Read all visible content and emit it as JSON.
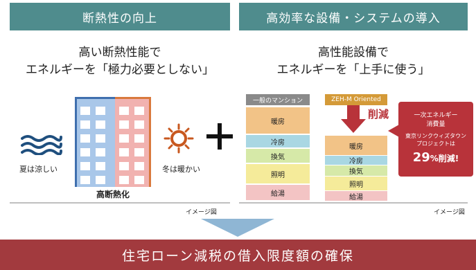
{
  "left_panel": {
    "header": "断熱性の向上",
    "headline_line1": "高い断熱性能で",
    "headline_line2": "エネルギーを「極力必要としない」",
    "summer_label": "夏は涼しい",
    "winter_label": "冬は暖かい",
    "building_label": "高断熱化",
    "image_note": "イメージ図"
  },
  "plus_symbol": "+",
  "right_panel": {
    "header": "高効率な設備・システムの導入",
    "headline_line1": "高性能設備で",
    "headline_line2": "エネルギーを「上手に使う」",
    "standard_label": "一般のマンション",
    "zeh_label": "ZEH-M Oriented",
    "reduction_label": "削減",
    "standard_stack": [
      "暖房",
      "冷房",
      "換気",
      "照明",
      "給湯"
    ],
    "zeh_stack": [
      "暖房",
      "冷房",
      "換気",
      "照明",
      "給湯"
    ],
    "callout_line1": "一次エネルギー",
    "callout_line2": "消費量",
    "callout_line3": "東京リンクウィズタウン",
    "callout_line4": "プロジェクトは",
    "callout_value": "29",
    "callout_unit": "%削減!",
    "image_note": "イメージ図",
    "colors": {
      "heating": "#f2c387",
      "cooling": "#a9d7e3",
      "ventilation": "#d6e9a8",
      "lighting": "#f5eb9a",
      "hot_water": "#f3c4c4",
      "accent_red": "#b8333a"
    }
  },
  "footer_banner": "住宅ローン減税の借入限度額の確保",
  "colors": {
    "teal": "#4f8c8d",
    "banner": "#a23a3e"
  }
}
